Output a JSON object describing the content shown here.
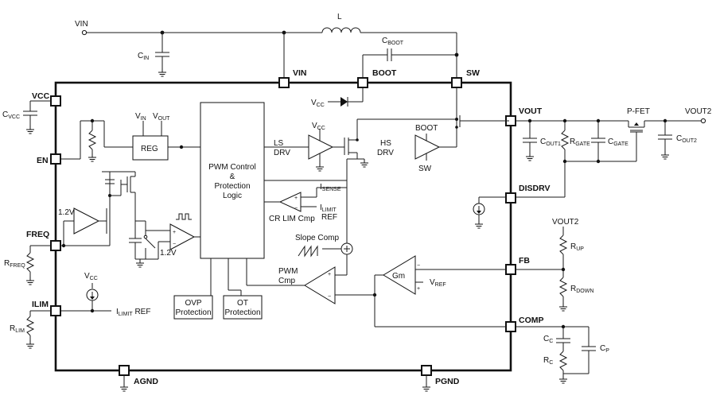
{
  "pins": {
    "vin": "VIN",
    "boot": "BOOT",
    "sw": "SW",
    "vcc": "VCC",
    "en": "EN",
    "freq": "FREQ",
    "ilim": "ILIM",
    "agnd": "AGND",
    "pgnd": "PGND",
    "vout": "VOUT",
    "disdrv": "DISDRV",
    "fb": "FB",
    "comp": "COMP"
  },
  "nets": {
    "vin": "VIN",
    "vout2": "VOUT2",
    "vout2_fb": "VOUT2"
  },
  "inductor": "L",
  "pfet": "P-FET",
  "blocks": {
    "pwm": [
      "PWM Control",
      "&",
      "Protection",
      "Logic"
    ],
    "reg": "REG",
    "ovp": [
      "OVP",
      "Protection"
    ],
    "ot": [
      "OT",
      "Protection"
    ]
  },
  "drivers": {
    "ls": [
      "LS",
      "DRV"
    ],
    "hs": [
      "HS",
      "DRV"
    ],
    "boot_label": "BOOT",
    "sw_label": "SW"
  },
  "labels": {
    "cr_lim": "CR LIM Cmp",
    "ref_word": "REF",
    "slope_comp": "Slope Comp",
    "pwm_cmp": [
      "PWM",
      "Cmp"
    ],
    "gm": "Gm",
    "v12a": "1.2V",
    "v12b": "1.2V",
    "ilimit_ref_tail": " REF"
  },
  "subscripted": {
    "vin_reg": {
      "main": "V",
      "sub": "IN"
    },
    "vout_reg": {
      "main": "V",
      "sub": "OUT"
    },
    "vcc_ls": {
      "main": "V",
      "sub": "CC"
    },
    "vcc_boot": {
      "main": "V",
      "sub": "CC"
    },
    "vcc_ilim": {
      "main": "V",
      "sub": "CC"
    },
    "cin": {
      "main": "C",
      "sub": "IN"
    },
    "cboot": {
      "main": "C",
      "sub": "BOOT"
    },
    "cvcc": {
      "main": "C",
      "sub": "VCC"
    },
    "rfreq": {
      "main": "R",
      "sub": "FREQ"
    },
    "rlim": {
      "main": "R",
      "sub": "LIM"
    },
    "isense": {
      "main": "I",
      "sub": "SENSE"
    },
    "ilimit1": {
      "main": "I",
      "sub": "LIMIT"
    },
    "ilimit2": {
      "main": "I",
      "sub": "LIMIT"
    },
    "vref": {
      "main": "V",
      "sub": "REF"
    },
    "cout1": {
      "main": "C",
      "sub": "OUT1"
    },
    "rgate": {
      "main": "R",
      "sub": "GATE"
    },
    "cgate": {
      "main": "C",
      "sub": "GATE"
    },
    "cout2": {
      "main": "C",
      "sub": "OUT2"
    },
    "rup": {
      "main": "R",
      "sub": "UP"
    },
    "rdown": {
      "main": "R",
      "sub": "DOWN"
    },
    "cc": {
      "main": "C",
      "sub": "C"
    },
    "rc": {
      "main": "R",
      "sub": "C"
    },
    "cp": {
      "main": "C",
      "sub": "P"
    }
  }
}
